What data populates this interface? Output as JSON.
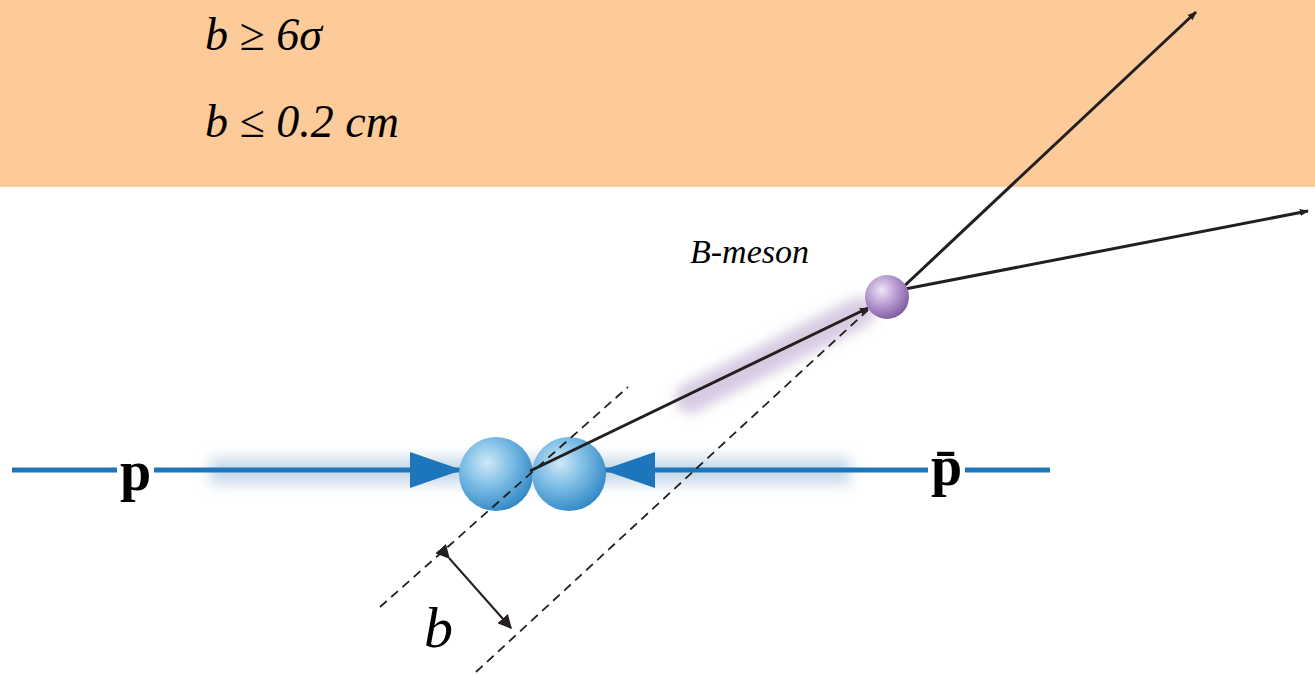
{
  "diagram": {
    "nodes": [
      {
        "text": [
          "b ≥ 6σ",
          "b ≤ 0.2 cm"
        ]
      }
    ],
    "labels": [
      "B-meson",
      "p",
      "p̄",
      "b"
    ]
  }
}
